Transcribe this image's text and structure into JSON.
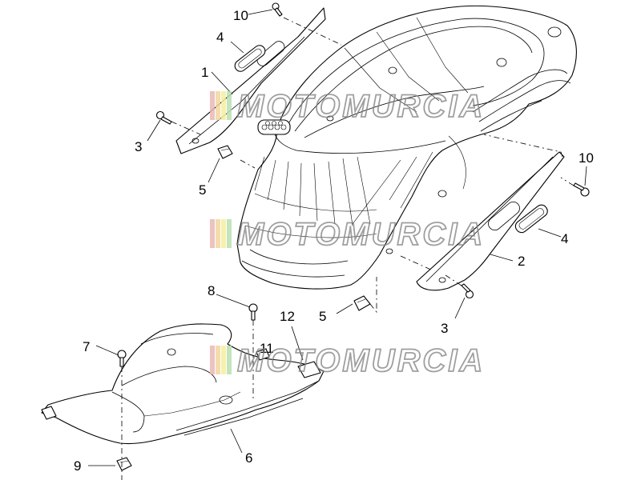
{
  "diagram": {
    "callouts": [
      {
        "id": "c1",
        "label": "1"
      },
      {
        "id": "c2",
        "label": "2"
      },
      {
        "id": "c3a",
        "label": "3"
      },
      {
        "id": "c3b",
        "label": "3"
      },
      {
        "id": "c4a",
        "label": "4"
      },
      {
        "id": "c4b",
        "label": "4"
      },
      {
        "id": "c5a",
        "label": "5"
      },
      {
        "id": "c5b",
        "label": "5"
      },
      {
        "id": "c6",
        "label": "6"
      },
      {
        "id": "c7",
        "label": "7"
      },
      {
        "id": "c8",
        "label": "8"
      },
      {
        "id": "c9",
        "label": "9"
      },
      {
        "id": "c10a",
        "label": "10"
      },
      {
        "id": "c10b",
        "label": "10"
      },
      {
        "id": "c11",
        "label": "11"
      },
      {
        "id": "c12",
        "label": "12"
      }
    ]
  },
  "watermark": {
    "text": "MOTOMURCIA",
    "stripe_colors": [
      "#e9b7b7",
      "#f2d6a0",
      "#f4ef9e",
      "#b9dfb0"
    ]
  }
}
